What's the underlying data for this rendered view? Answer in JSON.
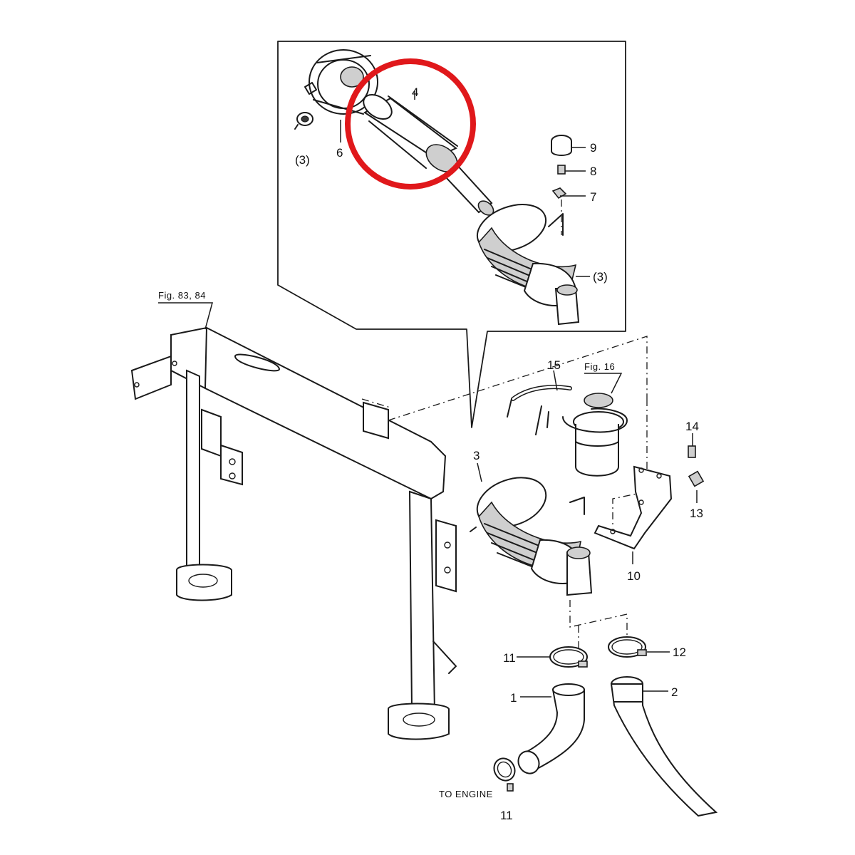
{
  "labels": {
    "fig_83_84": "Fig. 83, 84",
    "fig_16": "Fig. 16",
    "to_engine": "TO ENGINE",
    "p1": "1",
    "p2": "2",
    "p3": "3",
    "p3_ref_a": "(3)",
    "p3_ref_b": "(3)",
    "p4": "4",
    "p6": "6",
    "p7": "7",
    "p8": "8",
    "p9": "9",
    "p10": "10",
    "p11": "11",
    "p11_bottom": "11",
    "p12": "12",
    "p13": "13",
    "p14": "14",
    "p15": "15"
  },
  "highlight": {
    "color": "#e0181b",
    "target_part": "4"
  }
}
